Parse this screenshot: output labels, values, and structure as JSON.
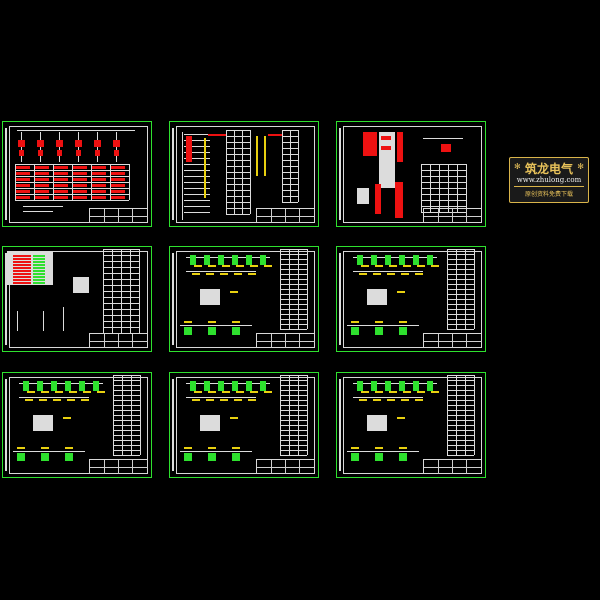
{
  "logo": {
    "title": "筑龙电气",
    "site": "www.zhulong.com",
    "tagline": "原创资料免费下载",
    "star_glyph": "✻"
  },
  "colors": {
    "frame": "#2ee02e",
    "device_red": "#ee1111",
    "line_white": "#dcdcdc",
    "label_yellow": "#e8d010",
    "logo_gold": "#d9b44a"
  },
  "sheets": [
    {
      "kind": "switchgear"
    },
    {
      "kind": "wiring"
    },
    {
      "kind": "panel-detail"
    },
    {
      "kind": "schedule"
    },
    {
      "kind": "distribution"
    },
    {
      "kind": "distribution"
    },
    {
      "kind": "distribution"
    },
    {
      "kind": "distribution"
    },
    {
      "kind": "distribution"
    }
  ]
}
